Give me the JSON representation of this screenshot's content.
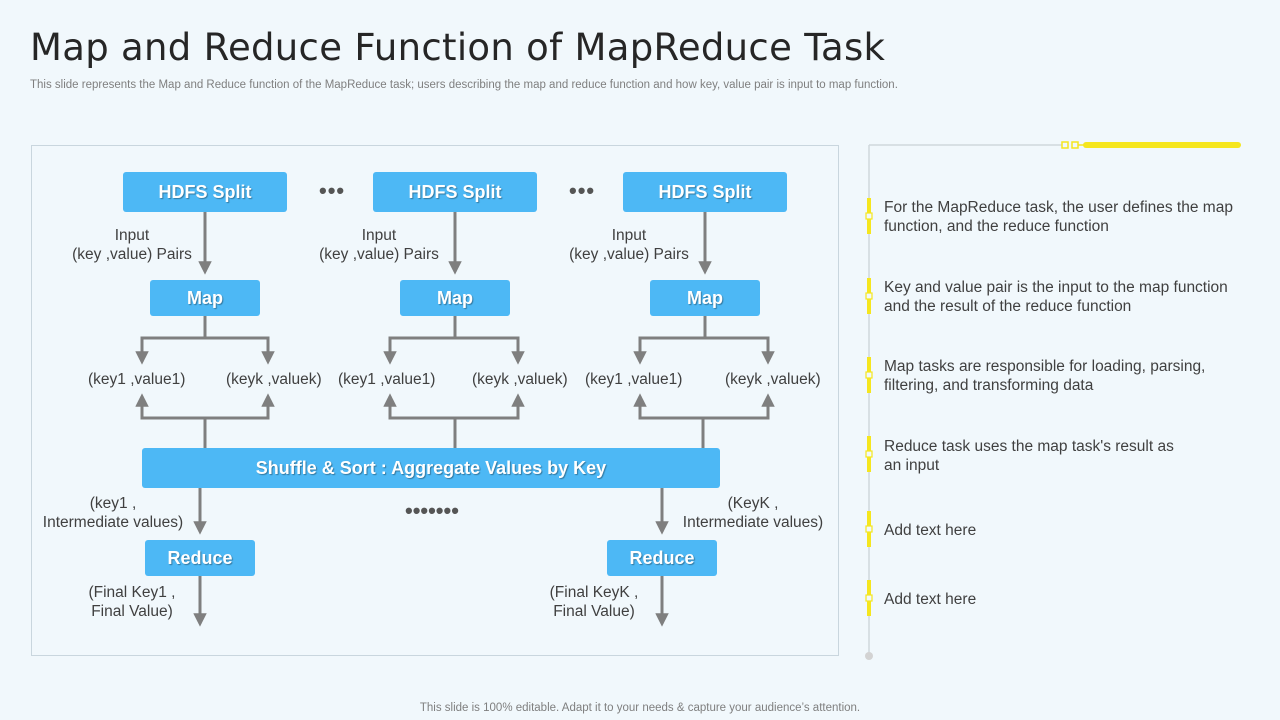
{
  "header": {
    "title": "Map and Reduce Function of MapReduce Task",
    "subtitle": "This slide represents the Map and Reduce function of the MapReduce task; users describing the map and reduce function and how key, value pair is input to map function."
  },
  "diagram": {
    "split_label": "HDFS Split",
    "input_line1": "Input",
    "input_line2": "(key ,value) Pairs",
    "map_label": "Map",
    "pair_left": "(key1 ,value1)",
    "pair_right": "(keyk ,valuek)",
    "ellipsis_short": "•••",
    "ellipsis_long": "•••••••",
    "shuffle_label": "Shuffle & Sort : Aggregate  Values by Key",
    "reduce_label": "Reduce",
    "inter_left_line1": "(key1 ,",
    "inter_left_line2": "Intermediate values)",
    "inter_right_line1": "(KeyK ,",
    "inter_right_line2": "Intermediate values)",
    "final_left_line1": "(Final Key1 ,",
    "final_left_line2": "Final Value)",
    "final_right_line1": "(Final KeyK ,",
    "final_right_line2": "Final Value)"
  },
  "timeline": {
    "items": [
      "For the MapReduce task, the user defines the map function,  and the reduce function",
      "Key and value pair is the input to the map function and the result of the reduce function",
      "Map tasks are responsible for loading, parsing, filtering, and transforming data",
      "Reduce task uses the map task's result as an input",
      "Add text here",
      "Add text here"
    ]
  },
  "footer": {
    "text": "This slide is 100% editable. Adapt it to your needs & capture your audience’s attention."
  },
  "colors": {
    "accent_blue": "#4db8f5",
    "accent_yellow": "#f5e61e",
    "line_gray": "#7f7f7f"
  }
}
